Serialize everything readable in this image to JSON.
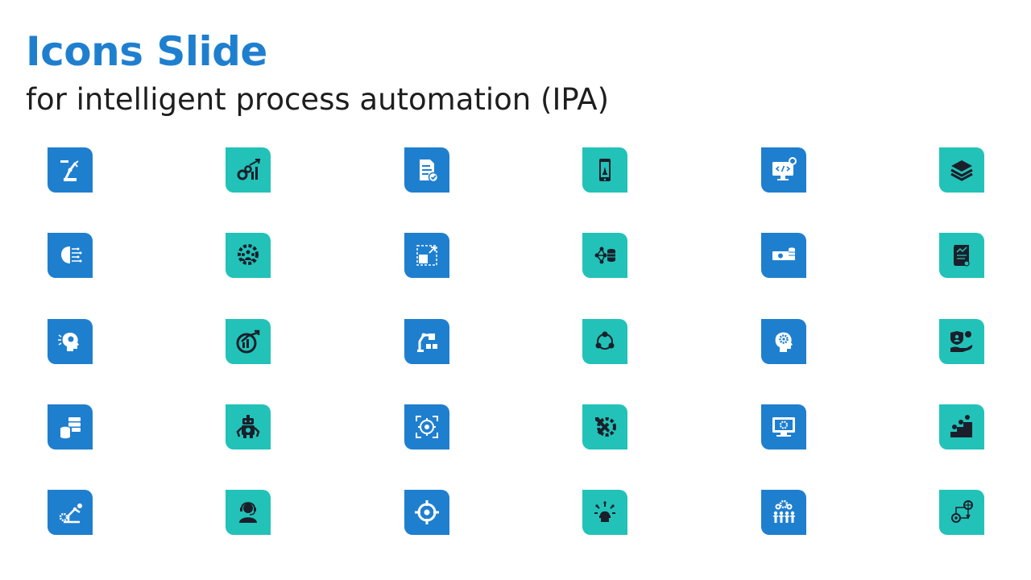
{
  "header": {
    "title": "Icons Slide",
    "subtitle": "for intelligent process automation (IPA)"
  },
  "colors": {
    "title": "#1f7fcf",
    "subtitle": "#1e1e1e",
    "blue": "#1f7fcf",
    "teal": "#22c2b8",
    "glyph_light": "#ffffff",
    "glyph_dark": "#1a1f2b"
  },
  "icons": [
    {
      "name": "robotic-arm-icon",
      "color": "blue"
    },
    {
      "name": "gear-growth-chart-icon",
      "color": "teal"
    },
    {
      "name": "document-check-icon",
      "color": "blue"
    },
    {
      "name": "mobile-app-icon",
      "color": "teal"
    },
    {
      "name": "monitor-code-gear-icon",
      "color": "blue"
    },
    {
      "name": "layers-icon",
      "color": "teal"
    },
    {
      "name": "brain-circuit-icon",
      "color": "blue"
    },
    {
      "name": "gear-team-icon",
      "color": "teal"
    },
    {
      "name": "resize-frame-icon",
      "color": "blue"
    },
    {
      "name": "network-database-icon",
      "color": "teal"
    },
    {
      "name": "money-database-icon",
      "color": "blue"
    },
    {
      "name": "report-scroll-icon",
      "color": "teal"
    },
    {
      "name": "head-idea-icon",
      "color": "blue"
    },
    {
      "name": "growth-chart-circle-icon",
      "color": "teal"
    },
    {
      "name": "robot-arm-boxes-icon",
      "color": "blue"
    },
    {
      "name": "connected-nodes-icon",
      "color": "teal"
    },
    {
      "name": "head-gear-icon",
      "color": "blue"
    },
    {
      "name": "hand-shield-user-icon",
      "color": "teal"
    },
    {
      "name": "database-stack-icon",
      "color": "blue"
    },
    {
      "name": "robot-icon",
      "color": "teal"
    },
    {
      "name": "focus-target-icon",
      "color": "blue"
    },
    {
      "name": "wrench-gear-icon",
      "color": "teal"
    },
    {
      "name": "monitor-settings-icon",
      "color": "blue"
    },
    {
      "name": "coin-steps-icon",
      "color": "teal"
    },
    {
      "name": "automation-arm-gear-icon",
      "color": "blue"
    },
    {
      "name": "support-agent-icon",
      "color": "teal"
    },
    {
      "name": "target-crosshair-icon",
      "color": "blue"
    },
    {
      "name": "innovation-bulb-icon",
      "color": "teal"
    },
    {
      "name": "team-gears-icon",
      "color": "blue"
    },
    {
      "name": "process-flow-icon",
      "color": "teal"
    }
  ]
}
